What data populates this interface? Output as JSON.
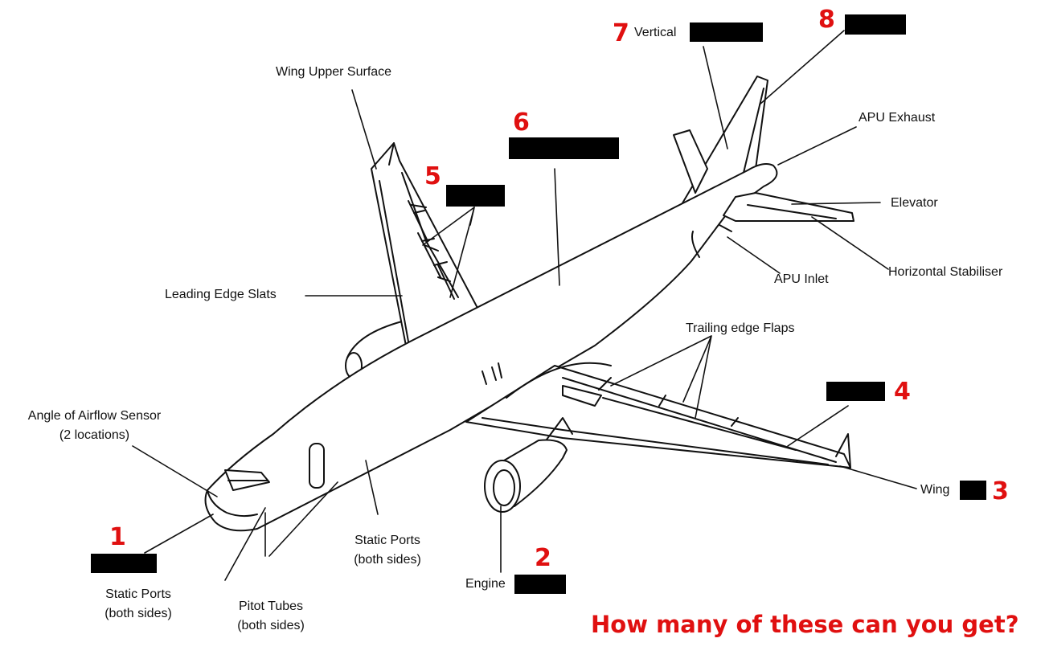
{
  "labels": {
    "wing_upper_surface": "Wing Upper Surface",
    "leading_edge_slats": "Leading Edge Slats",
    "apu_exhaust": "APU Exhaust",
    "elevator": "Elevator",
    "horizontal_stabiliser": "Horizontal Stabiliser",
    "apu_inlet": "APU Inlet",
    "trailing_edge_flaps": "Trailing edge Flaps",
    "angle_sensor": [
      "Angle of Airflow Sensor",
      "(2 locations)"
    ],
    "static_ports_front": [
      "Static Ports",
      "(both sides)"
    ],
    "pitot_tubes": [
      "Pitot Tubes",
      "(both sides)"
    ],
    "static_ports_mid": [
      "Static Ports",
      "(both sides)"
    ],
    "engine_prefix": "Engine",
    "wing_prefix": "Wing",
    "vertical_prefix": "Vertical"
  },
  "numbers": [
    "1",
    "2",
    "3",
    "4",
    "5",
    "6",
    "7",
    "8"
  ],
  "question": "How many of these can you get?"
}
